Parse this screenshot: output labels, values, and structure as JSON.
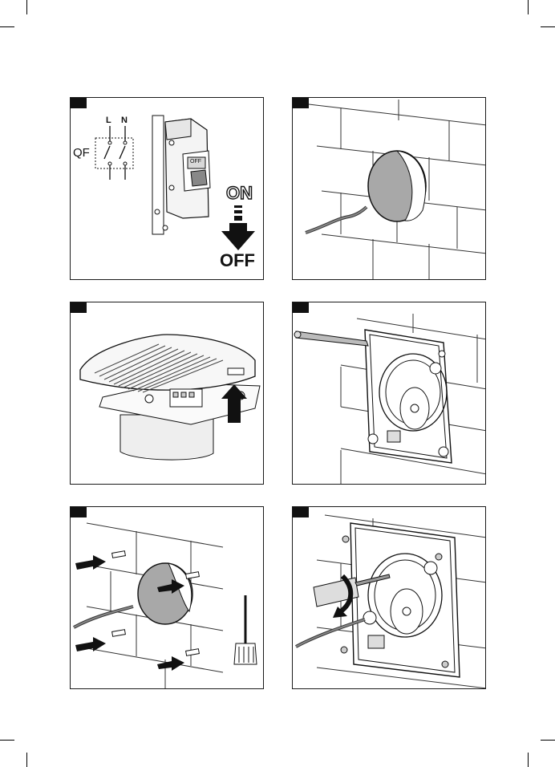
{
  "page": {
    "panels": [
      {
        "id": "step-power-off",
        "labels": {
          "l": "L",
          "n": "N",
          "qf": "QF",
          "breaker": "OFF",
          "on": "ON",
          "off": "OFF"
        }
      },
      {
        "id": "step-wall-opening"
      },
      {
        "id": "step-open-fan"
      },
      {
        "id": "step-mark-holes"
      },
      {
        "id": "step-insert-dowels"
      },
      {
        "id": "step-screw-base"
      }
    ]
  }
}
